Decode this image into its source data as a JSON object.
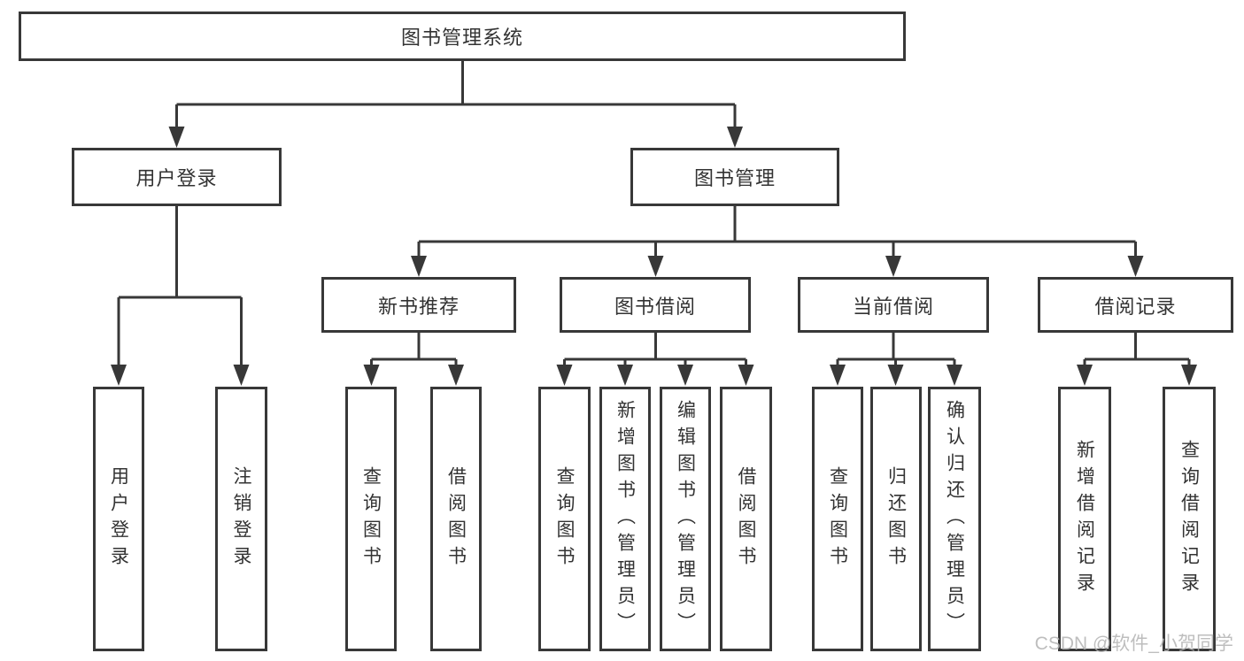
{
  "colors": {
    "line": "#383838",
    "text": "#333333",
    "bg": "#ffffff",
    "watermark": "#b3b3b3"
  },
  "tree": {
    "label": "图书管理系统",
    "children": [
      {
        "label": "用户登录",
        "children": [
          {
            "label": "用户登录"
          },
          {
            "label": "注销登录"
          }
        ]
      },
      {
        "label": "图书管理",
        "children": [
          {
            "label": "新书推荐",
            "children": [
              {
                "label": "查询图书"
              },
              {
                "label": "借阅图书"
              }
            ]
          },
          {
            "label": "图书借阅",
            "children": [
              {
                "label": "查询图书"
              },
              {
                "label": "新增图书（管理员）"
              },
              {
                "label": "编辑图书（管理员）"
              },
              {
                "label": "借阅图书"
              }
            ]
          },
          {
            "label": "当前借阅",
            "children": [
              {
                "label": "查询图书"
              },
              {
                "label": "归还图书"
              },
              {
                "label": "确认归还（管理员）"
              }
            ]
          },
          {
            "label": "借阅记录",
            "children": [
              {
                "label": "新增借阅记录"
              },
              {
                "label": "查询借阅记录"
              }
            ]
          }
        ]
      }
    ]
  },
  "watermark": {
    "text": "CSDN @软件_小贺同学"
  }
}
